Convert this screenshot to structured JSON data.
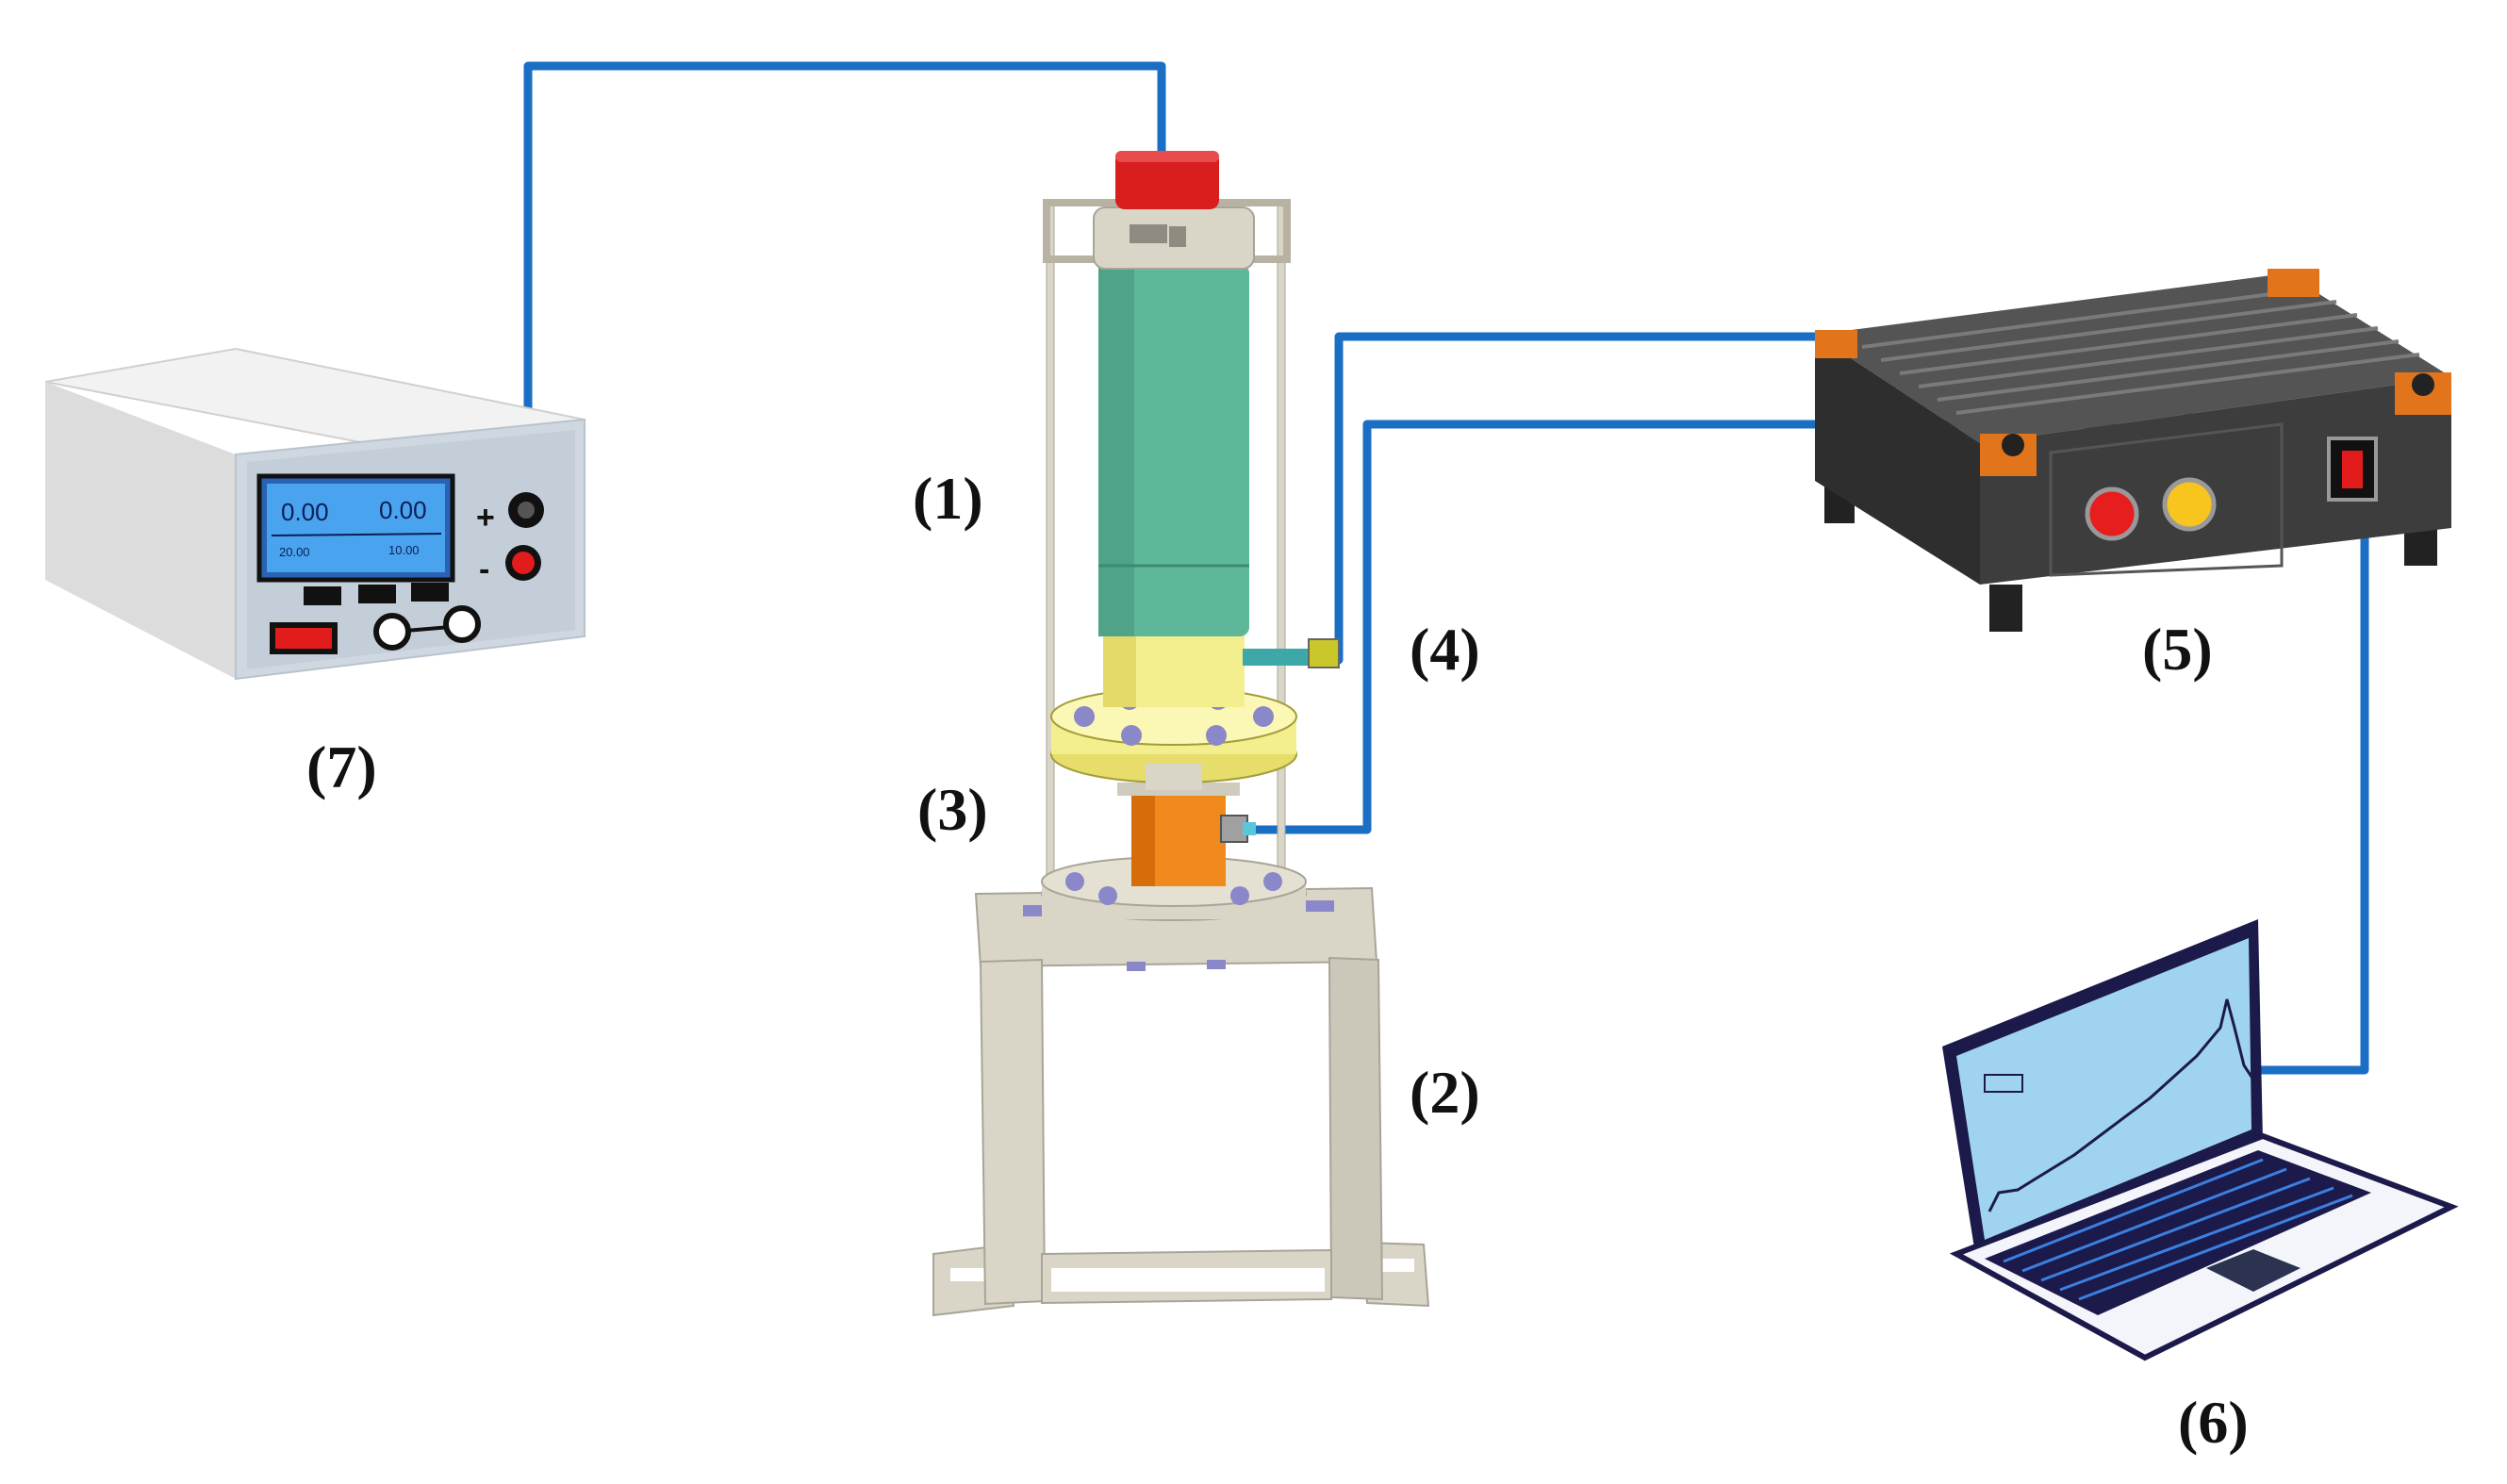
{
  "labels": {
    "l1": "(1)",
    "l2": "(2)",
    "l3": "(3)",
    "l4": "(4)",
    "l5": "(5)",
    "l6": "(6)",
    "l7": "(7)"
  },
  "power_supply": {
    "display_left": "0.00",
    "display_right": "0.00",
    "sub_left": "20.00",
    "sub_right": "10.00",
    "plus": "+",
    "minus": "-"
  },
  "colors": {
    "wire": "#1a6fc4",
    "cylinder": "#5fb79a",
    "cap": "#d81e1e",
    "yellow_flange": "#f4ef8e",
    "orange_block": "#f08a1c",
    "stand": "#d9d5c7",
    "screen": "#9fd3f0",
    "box_dark": "#3d3d3d",
    "box_orange": "#e2741c"
  }
}
